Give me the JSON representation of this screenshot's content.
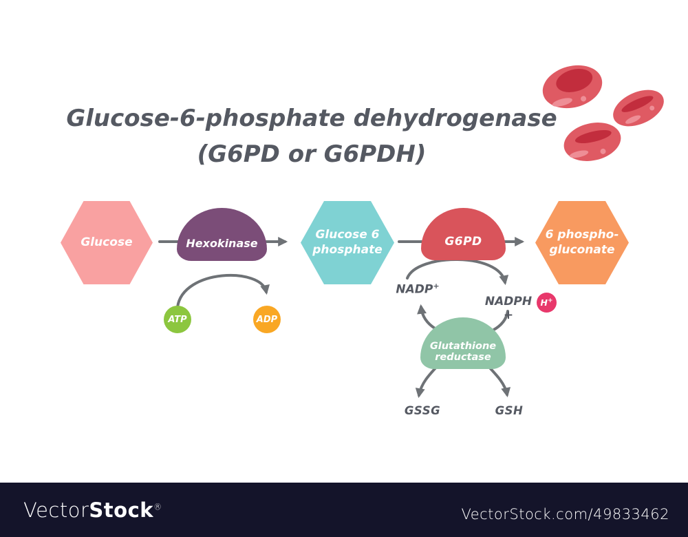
{
  "title": {
    "line1": "Glucose-6-phosphate dehydrogenase",
    "line2": "(G6PD or G6PDH)"
  },
  "pathway": {
    "glucose": "Glucose",
    "hexokinase": "Hexokinase",
    "g6p_line1": "Glucose 6",
    "g6p_line2": "phosphate",
    "g6pd": "G6PD",
    "pg_line1": "6 phospho-",
    "pg_line2": "gluconate",
    "glutathione_line1": "Glutathione",
    "glutathione_line2": "reductase"
  },
  "cofactors": {
    "atp": "ATP",
    "adp": "ADP",
    "nadp_base": "NADP",
    "nadp_sup": "+",
    "nadph": "NADPH +",
    "h_base": "H",
    "h_sup": "+",
    "gssg": "GSSG",
    "gsh": "GSH"
  },
  "watermark": {
    "logo_light": "Vector",
    "logo_bold": "Stock",
    "logo_reg": "®",
    "url": "VectorStock.com/49833462"
  },
  "colors": {
    "title_text": "#555962",
    "arrow_gray": "#6E7276",
    "hex_glucose": "#F9A1A1",
    "dome_hexokinase": "#7B4D78",
    "hex_g6p": "#7FD2D3",
    "dome_g6pd": "#D9545B",
    "hex_6pg": "#F89A60",
    "dome_glutathione": "#90C5A7",
    "atp_green": "#8CC63F",
    "adp_orange": "#F9A724",
    "h_pink": "#E8386B",
    "rbc_body": "#DF5A63",
    "rbc_dark": "#C22D3D",
    "rbc_light": "#EE8E96",
    "watermark_bar": "#14142A",
    "watermark_text": "#FFFFFF"
  }
}
